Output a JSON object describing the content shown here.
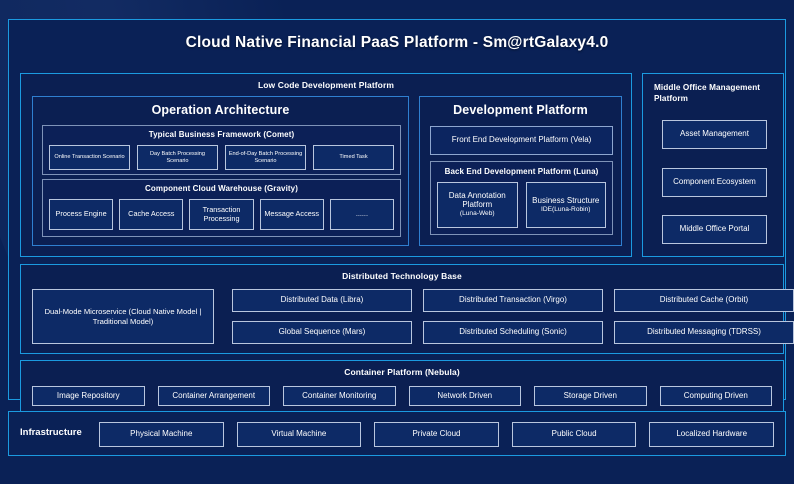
{
  "title": "Cloud Native Financial PaaS Platform - Sm@rtGalaxy4.0",
  "colors": {
    "background": "#0a2156",
    "frame_border": "#1b9ae0",
    "panel_border": "#2f7fd0",
    "node_border": "#b9c6de",
    "node_fill": "#0d2a66",
    "text": "#ffffff"
  },
  "low_code": {
    "title": "Low Code Development Platform",
    "operation": {
      "title": "Operation Architecture",
      "comet": {
        "title": "Typical Business Framework (Comet)",
        "nodes": [
          "Online Transaction Scenario",
          "Day Batch Processing Scenario",
          "End-of-Day Batch Processing Scenario",
          "Timed Task"
        ]
      },
      "gravity": {
        "title": "Component Cloud Warehouse (Gravity)",
        "nodes": [
          "Process Engine",
          "Cache Access",
          "Transaction Processing",
          "Message Access",
          "......"
        ]
      }
    },
    "development": {
      "title": "Development Platform",
      "front_end": "Front End Development Platform (Vela)",
      "back_end": {
        "title": "Back End Development Platform (Luna)",
        "nodes": [
          {
            "line1": "Data Annotation Platform",
            "line2": "(Luna-Web)"
          },
          {
            "line1": "Business Structure",
            "line2": "IDE(Luna-Robin)"
          }
        ]
      }
    }
  },
  "middle_office": {
    "title": "Middle Office Management Platform",
    "nodes": [
      "Asset Management",
      "Component Ecosystem",
      "Middle Office Portal"
    ]
  },
  "distributed_base": {
    "title": "Distributed Technology Base",
    "dual_mode": "Dual-Mode Microservice (Cloud Native Model | Traditional Model)",
    "columns": [
      [
        "Distributed Data (Libra)",
        "Global Sequence (Mars)"
      ],
      [
        "Distributed Transaction (Virgo)",
        "Distributed Scheduling (Sonic)"
      ],
      [
        "Distributed Cache (Orbit)",
        "Distributed Messaging (TDRSS)"
      ]
    ]
  },
  "container_platform": {
    "title": "Container Platform (Nebula)",
    "nodes": [
      "Image Repository",
      "Container Arrangement",
      "Container Monitoring",
      "Network Driven",
      "Storage Driven",
      "Computing Driven"
    ]
  },
  "infrastructure": {
    "label": "Infrastructure",
    "nodes": [
      "Physical Machine",
      "Virtual Machine",
      "Private Cloud",
      "Public Cloud",
      "Localized Hardware"
    ]
  }
}
